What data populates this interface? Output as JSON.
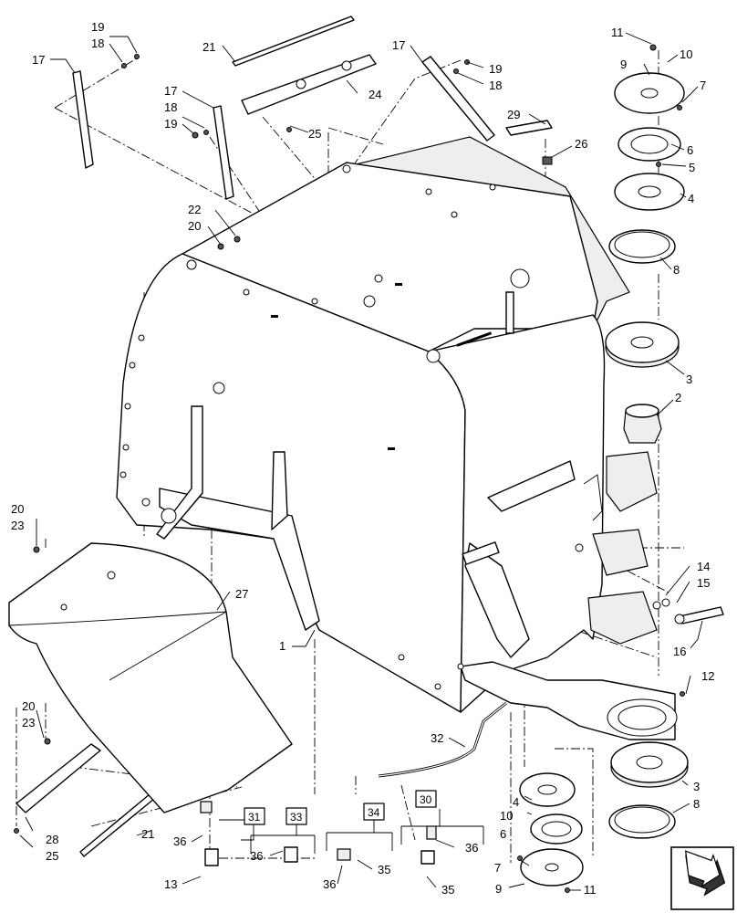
{
  "callouts": {
    "c1": "1",
    "c2": "2",
    "c3a": "3",
    "c3b": "3",
    "c4a": "4",
    "c4b": "4",
    "c5": "5",
    "c6a": "6",
    "c6b": "6",
    "c7a": "7",
    "c7b": "7",
    "c8a": "8",
    "c8b": "8",
    "c9a": "9",
    "c9b": "9",
    "c10a": "10",
    "c10b": "10",
    "c11a": "11",
    "c11b": "11",
    "c12": "12",
    "c13": "13",
    "c14": "14",
    "c15": "15",
    "c16": "16",
    "c17a": "17",
    "c17b": "17",
    "c17c": "17",
    "c18a": "18",
    "c18b": "18",
    "c18c": "18",
    "c19a": "19",
    "c19b": "19",
    "c19c": "19",
    "c20a": "20",
    "c20b": "20",
    "c20c": "20",
    "c21a": "21",
    "c21b": "21",
    "c22": "22",
    "c23a": "23",
    "c23b": "23",
    "c24": "24",
    "c25a": "25",
    "c25b": "25",
    "c26": "26",
    "c27": "27",
    "c28": "28",
    "c29": "29",
    "c32": "32",
    "c35a": "35",
    "c35b": "35",
    "c36a": "36",
    "c36b": "36",
    "c36c": "36",
    "c36d": "36"
  },
  "boxed_callouts": {
    "b30": "30",
    "b31": "31",
    "b33": "33",
    "b34": "34"
  },
  "icons": {
    "nav": "next-page-arrow-icon"
  }
}
